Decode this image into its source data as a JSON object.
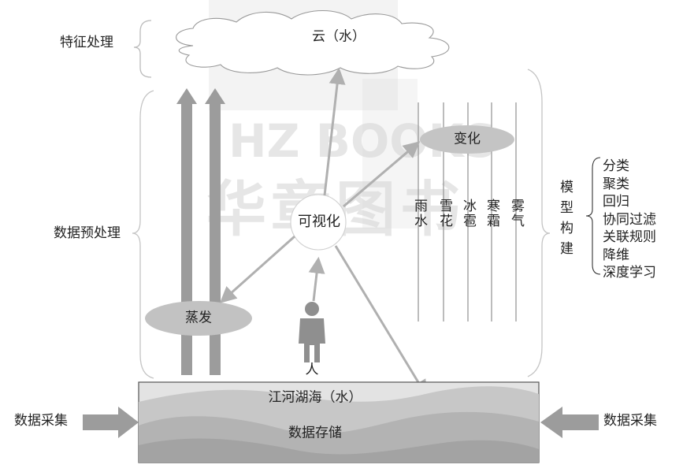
{
  "labels": {
    "feature_processing": "特征处理",
    "data_preprocessing": "数据预处理",
    "data_collection_left": "数据采集",
    "data_collection_right": "数据采集",
    "model_building": "模型构建",
    "cloud": "云（水）",
    "change": "变化",
    "visualization": "可视化",
    "evaporation": "蒸发",
    "person": "人",
    "water_bodies": "江河湖海（水）",
    "data_storage": "数据存储"
  },
  "precipitation": [
    "雨水",
    "雪花",
    "冰雹",
    "寒霜",
    "雾气"
  ],
  "model_methods": [
    "分类",
    "聚类",
    "回归",
    "协同过滤",
    "关联规则",
    "降维",
    "深度学习"
  ],
  "watermark": {
    "brand": "HZ BOOKS",
    "chinese": "华章图书"
  },
  "colors": {
    "arrow_gray": "#9a9a9a",
    "light_arrow": "#b5b5b5",
    "ellipse_fill": "#c4c4c4",
    "water_dark": "#a9a9a9",
    "water_light": "#d6d6d6"
  }
}
